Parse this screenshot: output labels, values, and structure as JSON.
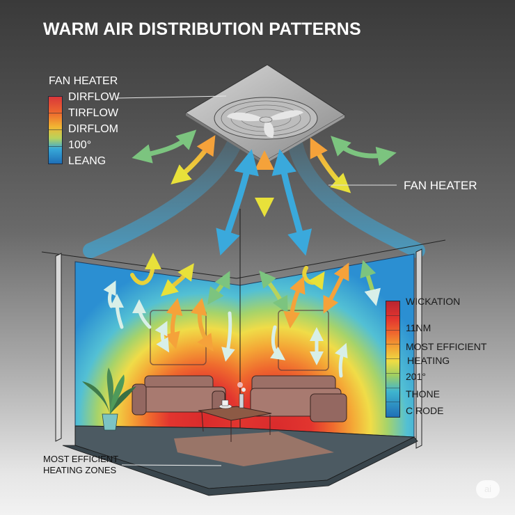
{
  "title": "WARM AIR DISTRIBUTION PATTERNS",
  "fan_legend": {
    "title": "FAN HEATER",
    "labels": [
      "DIRFLOW",
      "TIRFLOW",
      "DIRFLOM",
      "100°",
      "LEANG"
    ],
    "colors": [
      "#d9373a",
      "#f0862f",
      "#f2c432",
      "#8cc96a",
      "#2d8fd0"
    ]
  },
  "fan_callout": {
    "label": "FAN HEATER"
  },
  "heat_legend": {
    "labels": [
      "WICKATION",
      "11NM",
      "MOST EFFICIENT",
      "HEATING",
      "201°",
      "THONE",
      "C RODE"
    ],
    "colors": [
      "#b82530",
      "#e2352f",
      "#ef6a2e",
      "#f2a634",
      "#eedc44",
      "#9fcf62",
      "#3fb5cf",
      "#1f6fb7"
    ]
  },
  "zones_callout": {
    "line1": "MOST EFFICIENT",
    "line2": "HEATING ZONES"
  },
  "watermark": {
    "text": "ai"
  },
  "illustration": {
    "fan": "ceiling-mounted fan heater",
    "room_items": [
      "two sofas",
      "coffee table",
      "potted plant",
      "vase",
      "cup",
      "two wall frames",
      "rug"
    ],
    "heatmap_colors": {
      "hot": "#e0322f",
      "warm": "#f07b2c",
      "mild": "#f2d23c",
      "cool": "#8fcf70",
      "cold": "#2f9ad6"
    },
    "arrow_colors": {
      "green": "#7cc47f",
      "orange": "#f5a23a",
      "yellow": "#e8e13a",
      "blue": "#3aa9dc"
    }
  }
}
